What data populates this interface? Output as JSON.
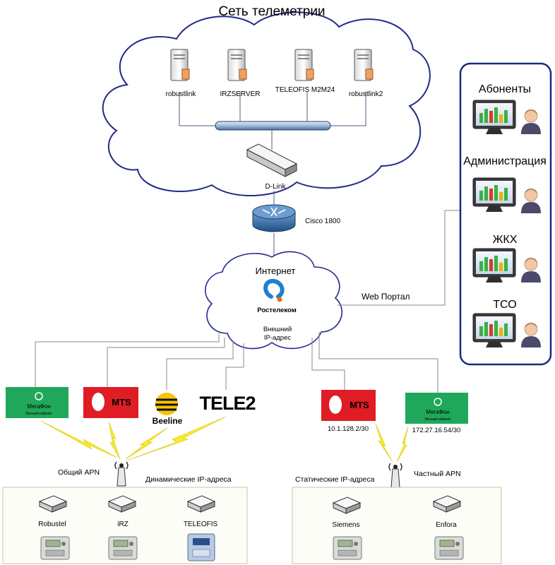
{
  "title": "Сеть телеметрии",
  "servers": [
    {
      "label": "robustlink"
    },
    {
      "label": "IRZSERVER"
    },
    {
      "label": "TELEOFIS M2M24"
    },
    {
      "label": "robustlink2"
    }
  ],
  "switch_label": "D-Link",
  "router_label": "Cisco 1800",
  "internet": {
    "label": "Интернет",
    "provider": "Ростелеком",
    "ip_line1": "Внешний",
    "ip_line2": "IP-адрес"
  },
  "web_portal": "Web Портал",
  "portal_users": [
    {
      "label": "Абоненты"
    },
    {
      "label": "Администрация"
    },
    {
      "label": "ЖКХ"
    },
    {
      "label": "ТСО"
    }
  ],
  "operators_left": [
    {
      "name": "megafon",
      "text": "МегаФон",
      "subtext": "Личный кабинет",
      "color": "#1fa85a"
    },
    {
      "name": "mts",
      "text": "MTS",
      "color": "#e01c24"
    },
    {
      "name": "beeline",
      "text": "Beeline",
      "color": "#f6c400"
    },
    {
      "name": "tele2",
      "text": "TELE2",
      "color": "#111111"
    }
  ],
  "operators_right": [
    {
      "name": "mts",
      "text": "MTS",
      "ip": "10.1.128.2/30",
      "color": "#e01c24"
    },
    {
      "name": "megafon",
      "text": "МегаФон",
      "subtext": "Личный кабинет",
      "ip": "172.27.16.54/30",
      "color": "#1fa85a"
    }
  ],
  "left_group": {
    "apn": "Общий APN",
    "ip_type": "Динамические IP-адреса",
    "devices": [
      {
        "label": "Robustel"
      },
      {
        "label": "iRZ"
      },
      {
        "label": "TELEOFIS"
      }
    ]
  },
  "right_group": {
    "apn": "Частный APN",
    "ip_type": "Статические IP-адреса",
    "devices": [
      {
        "label": "Siemens"
      },
      {
        "label": "Enfora"
      }
    ]
  }
}
